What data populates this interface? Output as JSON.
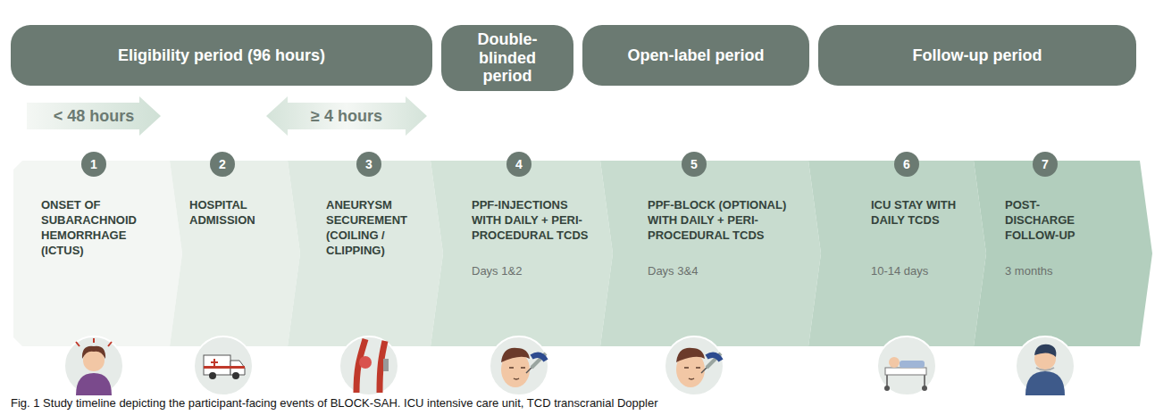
{
  "diagram": {
    "caption": "Fig. 1 Study timeline depicting the participant-facing events of BLOCK-SAH. ICU intensive care unit, TCD transcranial Doppler",
    "nodes": [
      {
        "text": [
          "Eligibility period (96 hours)"
        ]
      },
      {
        "text": [
          "Double-blinded period"
        ]
      },
      {
        "text": [
          "Open-label period"
        ]
      },
      {
        "text": [
          "Follow-up period"
        ]
      },
      {
        "text": [
          "< 48 hours"
        ]
      },
      {
        "text": [
          "≥ 4 hours"
        ]
      },
      {
        "text": [
          "1",
          "ONSET OF SUBARACHNOID HEMORRHAGE (ICTUS)"
        ]
      },
      {
        "text": [
          "2",
          "HOSPITAL ADMISSION"
        ]
      },
      {
        "text": [
          "3",
          "ANEURYSM SECUREMENT (COILING / CLIPPING)"
        ]
      },
      {
        "text": [
          "4",
          "PPF-INJECTIONS WITH DAILY + PERI-PROCEDURAL TCDS",
          "Days 1&2"
        ]
      },
      {
        "text": [
          "5",
          "PPF-BLOCK (OPTIONAL) WITH DAILY + PERI-PROCEDURAL TCDS",
          "Days 3&4"
        ]
      },
      {
        "text": [
          "6",
          "ICU STAY WITH DAILY TCDS",
          "10-14 days"
        ]
      },
      {
        "text": [
          "7",
          "POST-DISCHARGE FOLLOW-UP",
          "3 months"
        ]
      }
    ]
  }
}
